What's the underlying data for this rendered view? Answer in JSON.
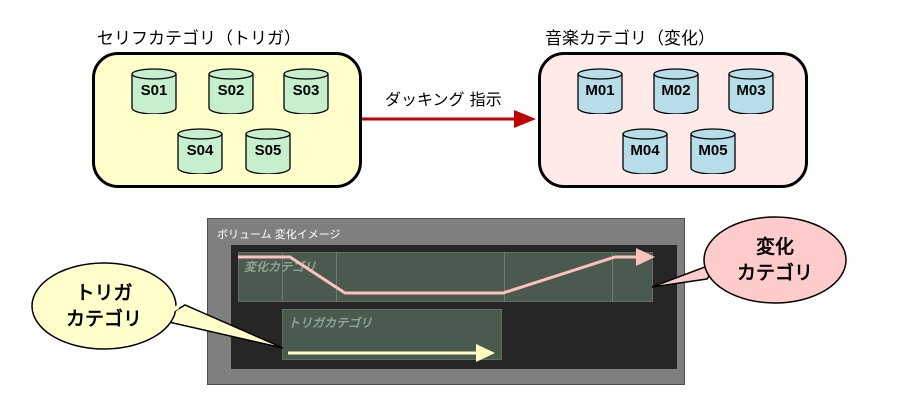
{
  "dialogue_group": {
    "title": "セリフカテゴリ（トリガ）",
    "items": [
      "S01",
      "S02",
      "S03",
      "S04",
      "S05"
    ],
    "box_fill": "#ffffcc",
    "cue_fill": "#c6efce"
  },
  "music_group": {
    "title": "音楽カテゴリ（変化）",
    "items": [
      "M01",
      "M02",
      "M03",
      "M04",
      "M05"
    ],
    "box_fill": "#ffeaea",
    "cue_fill": "#b7dde8"
  },
  "ducking_arrow": {
    "label": "ダッキング 指示",
    "color": "#c00000"
  },
  "volume_panel": {
    "title": "ボリューム 変化イメージ",
    "changed_band_label": "変化カテゴリ",
    "trigger_band_label": "トリガカテゴリ",
    "changed_curve_color": "#ffc0c0",
    "trigger_line_color": "#ffffc0"
  },
  "callout_changed": {
    "lines": [
      "変化",
      "カテゴリ"
    ],
    "fill": "#ffcccc"
  },
  "callout_trigger": {
    "lines": [
      "トリガ",
      "カテゴリ"
    ],
    "fill": "#ffffcc"
  }
}
